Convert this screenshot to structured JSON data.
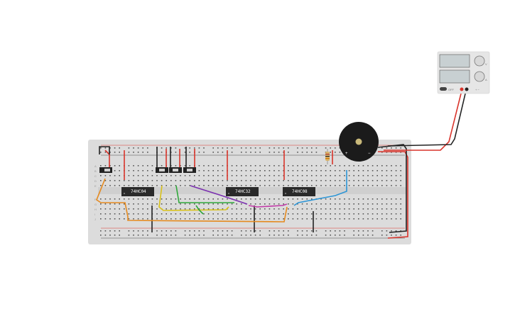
{
  "canvas": {
    "background": "#ffffff"
  },
  "breadboard": {
    "color": "#dcdcdc",
    "rail_colors": {
      "positive": "#d9342b",
      "negative": "#222222"
    },
    "row_letters_top": [
      "A",
      "B",
      "C",
      "D",
      "E"
    ],
    "row_letters_bottom": [
      "F",
      "G",
      "H",
      "I",
      "J"
    ]
  },
  "chips": [
    {
      "label": "74HC04"
    },
    {
      "label": "74HC32"
    },
    {
      "label": "74HC08"
    }
  ],
  "dip_switches": [
    {
      "label": "ON"
    },
    {
      "label": "ON"
    },
    {
      "label": "ON"
    },
    {
      "label": "ON"
    }
  ],
  "buzzer": {
    "plus_label": "+",
    "minus_label": "−"
  },
  "power_supply": {
    "body_color": "#e6e6e6",
    "display_color": "#c8d0d2",
    "knob_labels": [
      "V",
      "A"
    ],
    "bottom_left_label": "OFF",
    "bottom_right_label": "+   −"
  },
  "resistor": {
    "color": "#d9b36a"
  },
  "wire_colors": [
    "#e58a1f",
    "#d9c21a",
    "#2fa83a",
    "#7a2fb0",
    "#c23aa8",
    "#2c95d6",
    "#d9342b",
    "#222222"
  ]
}
